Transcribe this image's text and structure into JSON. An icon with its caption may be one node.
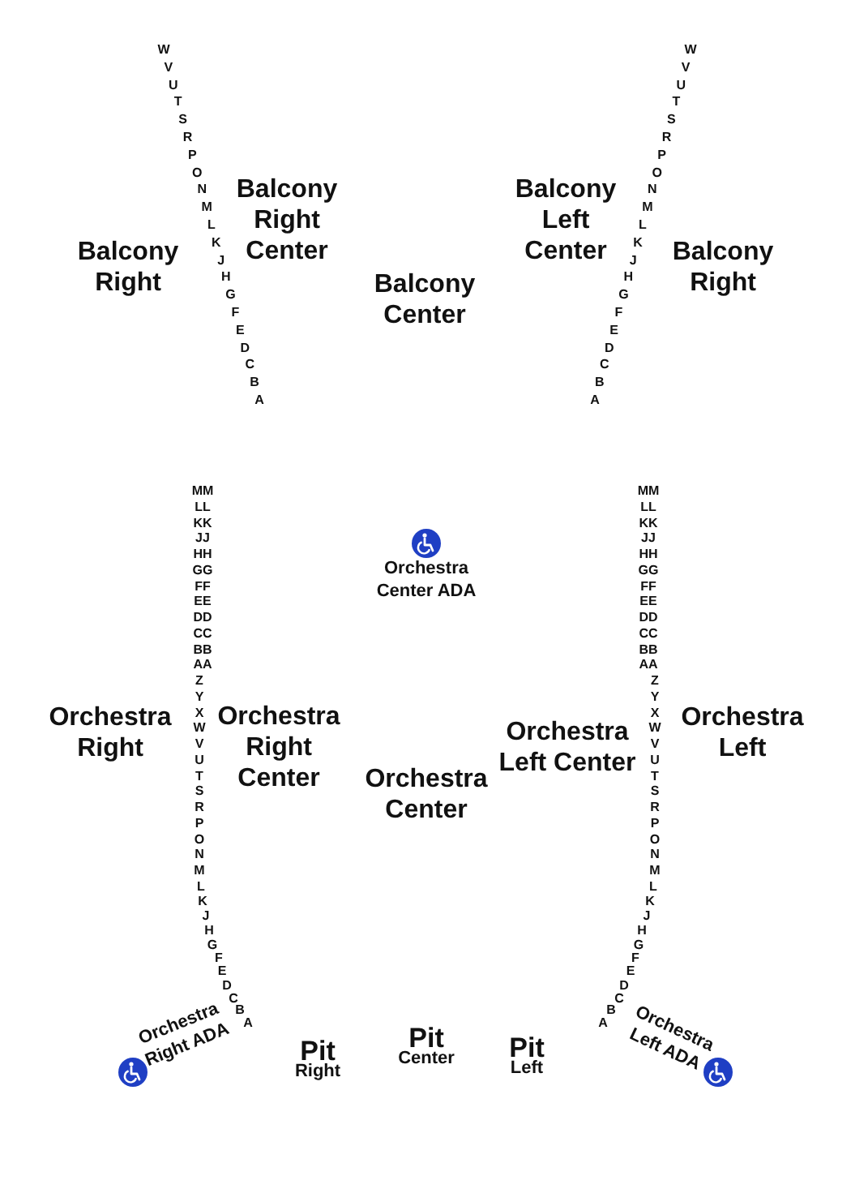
{
  "diagram": {
    "labels": [
      "W",
      "V",
      "U",
      "T",
      "S",
      "R",
      "P",
      "O",
      "N",
      "M",
      "L",
      "K",
      "J",
      "H",
      "G",
      "F",
      "E",
      "D",
      "C",
      "B",
      "A",
      "W",
      "V",
      "U",
      "T",
      "S",
      "R",
      "P",
      "O",
      "N",
      "M",
      "L",
      "K",
      "J",
      "H",
      "G",
      "F",
      "E",
      "D",
      "C",
      "B",
      "A",
      "Balcony Right",
      "Balcony Right Center",
      "Balcony Center",
      "Balcony Left Center",
      "Balcony Right",
      "MM",
      "LL",
      "KK",
      "JJ",
      "HH",
      "GG",
      "FF",
      "EE",
      "DD",
      "CC",
      "BB",
      "AA",
      "Z",
      "Y",
      "X",
      "W",
      "V",
      "U",
      "T",
      "S",
      "R",
      "P",
      "O",
      "N",
      "M",
      "L",
      "K",
      "J",
      "H",
      "G",
      "F",
      "E",
      "D",
      "C",
      "B",
      "A",
      "MM",
      "LL",
      "KK",
      "JJ",
      "HH",
      "GG",
      "FF",
      "EE",
      "DD",
      "CC",
      "BB",
      "AA",
      "Z",
      "Y",
      "X",
      "W",
      "V",
      "U",
      "T",
      "S",
      "R",
      "P",
      "O",
      "N",
      "M",
      "L",
      "K",
      "J",
      "H",
      "G",
      "F",
      "E",
      "D",
      "C",
      "B",
      "A",
      "Orchestra Center ADA",
      "Orchestra Right",
      "Orchestra Right Center",
      "Orchestra Center",
      "Orchestra Left Center",
      "Orchestra Left",
      "Orchestra Right ADA",
      "Orchestra Left ADA",
      "Pit",
      "Right",
      "Pit",
      "Center",
      "Pit",
      "Left"
    ]
  }
}
